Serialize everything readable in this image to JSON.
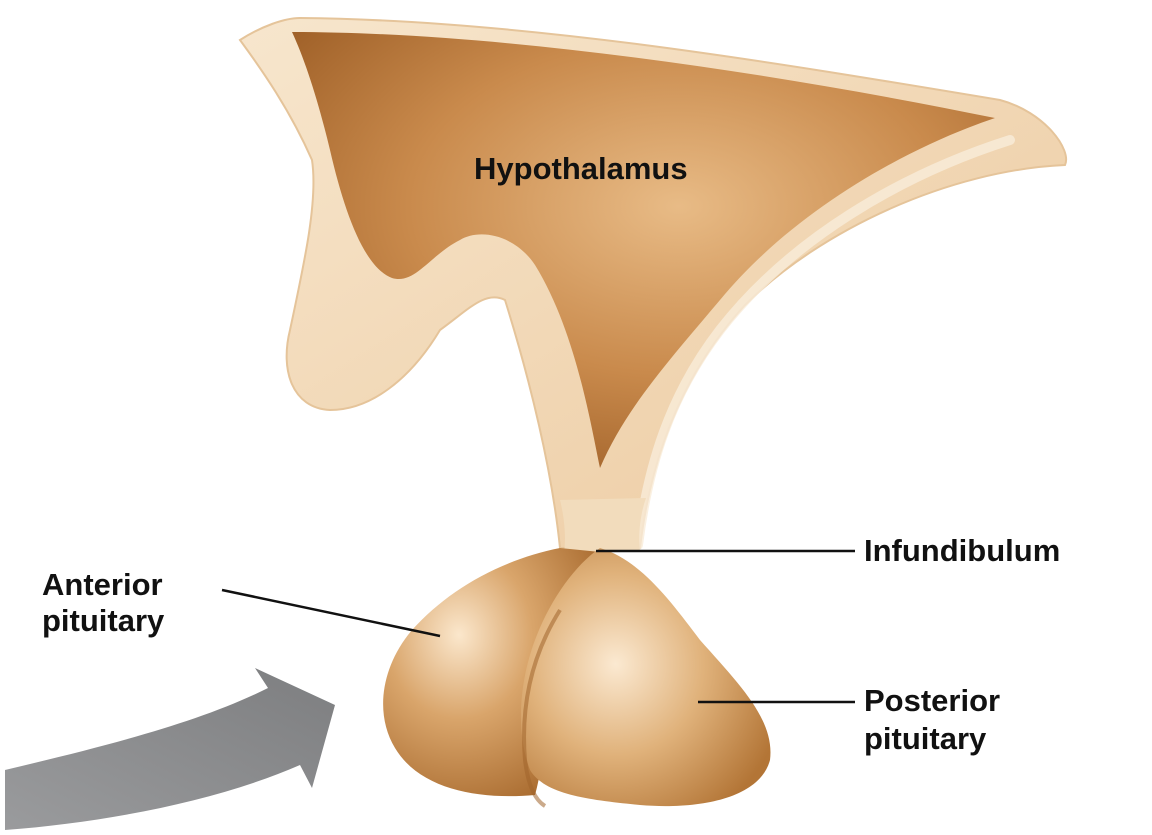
{
  "labels": {
    "hypothalamus": "Hypothalamus",
    "infundibulum": "Infundibulum",
    "anterior_line1": "Anterior",
    "anterior_line2": "pituitary",
    "posterior_line1": "Posterior",
    "posterior_line2": "pituitary"
  },
  "colors": {
    "tissue_light": "#f3dcbc",
    "tissue_mid": "#d9a56b",
    "tissue_dark": "#9c5d24",
    "arrow": "#8d8e90",
    "leader": "#111111"
  }
}
